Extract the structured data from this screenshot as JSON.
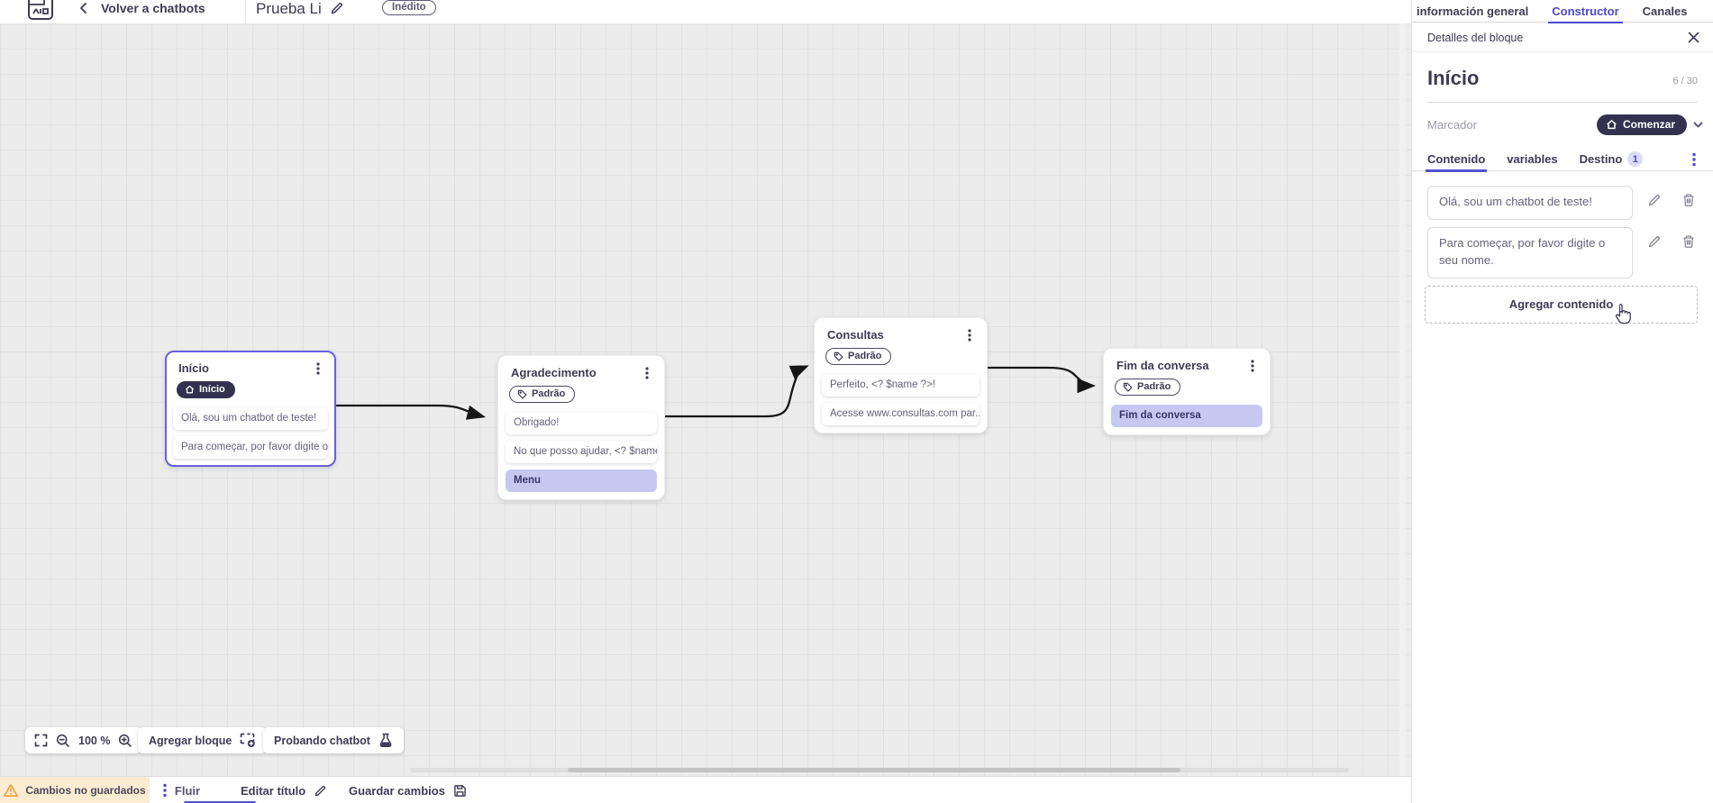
{
  "header": {
    "back_label": "Volver a chatbots",
    "title": "Prueba Li",
    "status_badge": "Inédito"
  },
  "top_tabs": [
    {
      "label": "información general",
      "active": false
    },
    {
      "label": "Constructor",
      "active": true
    },
    {
      "label": "Canales",
      "active": false
    }
  ],
  "canvas": {
    "zoom_level": "100 %",
    "add_block_label": "Agregar bloque",
    "test_chatbot_label": "Probando chatbot",
    "blocks": [
      {
        "title": "Início",
        "chip": "Início",
        "messages": [
          "Olá, sou um chatbot de teste!",
          "Para começar, por favor digite o ..."
        ]
      },
      {
        "title": "Agradecimento",
        "chip": "Padrão",
        "messages": [
          "Obrigado!",
          "No que posso ajudar, <? $name ...",
          "Menu"
        ]
      },
      {
        "title": "Consultas",
        "chip": "Padrão",
        "messages": [
          "Perfeito, <? $name ?>!",
          "Acesse www.consultas.com par..."
        ]
      },
      {
        "title": "Fim da conversa",
        "chip": "Padrão",
        "messages": [
          "Fim da conversa"
        ]
      }
    ]
  },
  "panel": {
    "header_label": "Detalles del bloque",
    "block_name": "Início",
    "char_counter": "6 / 30",
    "marker_label": "Marcador",
    "marker_value": "Comenzar",
    "tabs": [
      {
        "label": "Contenido",
        "active": true
      },
      {
        "label": "variables",
        "active": false
      },
      {
        "label": "Destino",
        "badge": "1",
        "active": false
      }
    ],
    "contents": [
      "Olá, sou um chatbot de teste!",
      "Para começar, por favor digite o seu nome."
    ],
    "add_content_label": "Agregar contenido"
  },
  "bottom_bar": {
    "unsaved_label": "Cambios no guardados",
    "flow_tab": "Fluir",
    "edit_title_label": "Editar título",
    "save_label": "Guardar cambios"
  },
  "colors": {
    "accent_indigo": "#4a47cf",
    "underline_indigo": "#5352cc",
    "dark_navy": "#343150",
    "highlight_row": "#c6c8f2",
    "selected_border": "#6a5fe0",
    "warning_bg": "#fbecd2",
    "warning_icon": "#e8a33d",
    "canvas_bg": "#ececec"
  }
}
